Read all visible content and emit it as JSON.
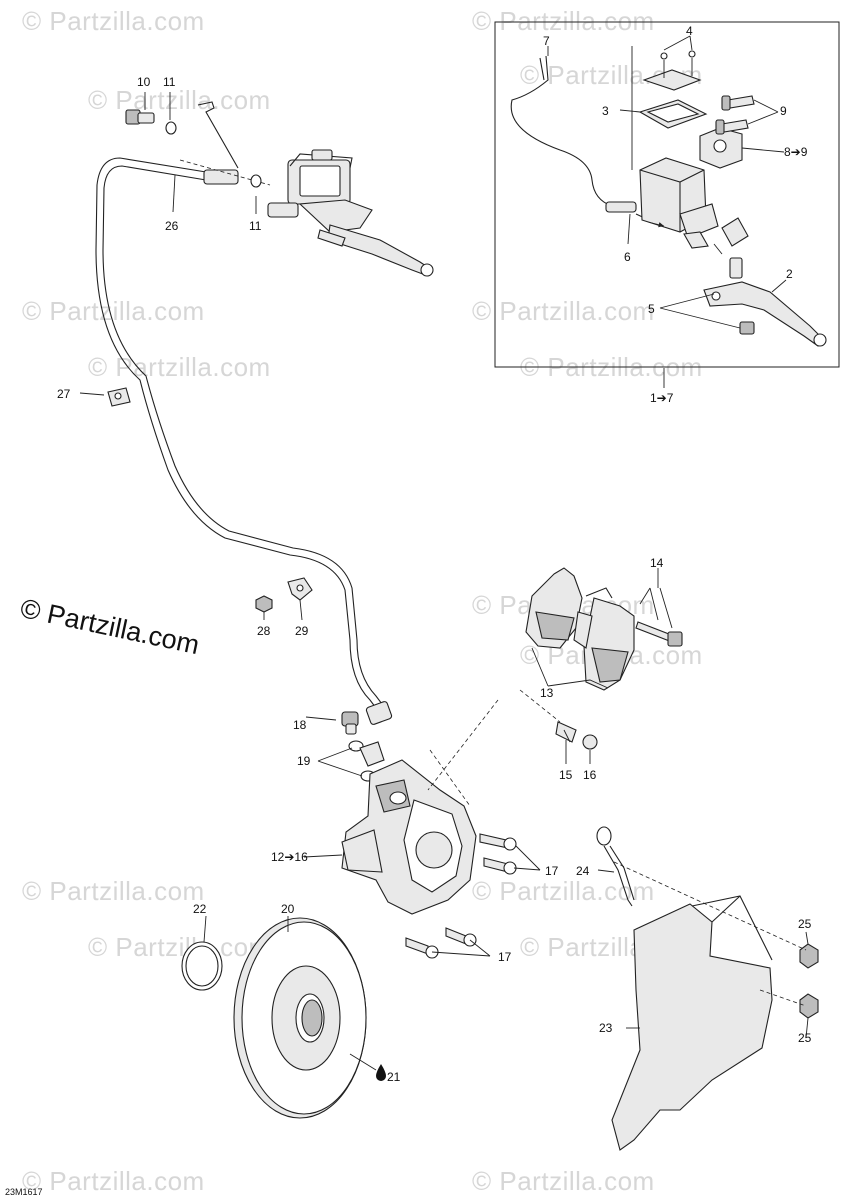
{
  "watermark": {
    "text": "© Partzilla.com",
    "main_text": "© Partzilla.com"
  },
  "drawing_code": "23M1617",
  "callouts": {
    "c1_7": "1➔7",
    "c2": "2",
    "c3": "3",
    "c4": "4",
    "c5": "5",
    "c6": "6",
    "c7": "7",
    "c8_9": "8➔9",
    "c9": "9",
    "c10": "10",
    "c11a": "11",
    "c11b": "11",
    "c12_16": "12➔16",
    "c13": "13",
    "c14": "14",
    "c15": "15",
    "c16": "16",
    "c17a": "17",
    "c17b": "17",
    "c18": "18",
    "c19": "19",
    "c20": "20",
    "c21": "21",
    "c22": "22",
    "c23": "23",
    "c24": "24",
    "c25a": "25",
    "c25b": "25",
    "c26": "26",
    "c27": "27",
    "c28": "28",
    "c29": "29"
  }
}
